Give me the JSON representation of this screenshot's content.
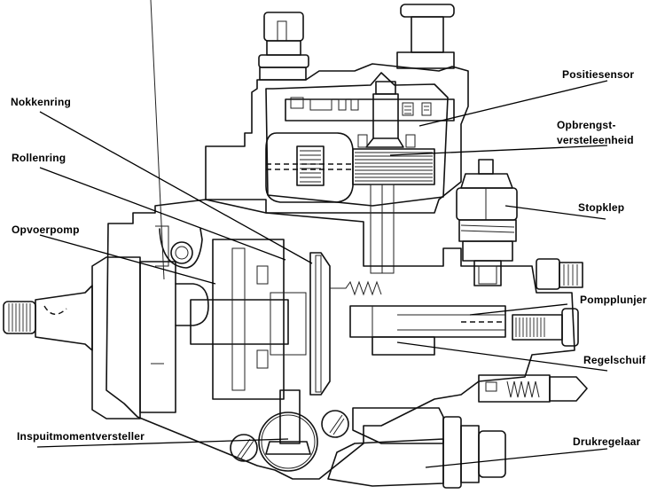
{
  "diagram": {
    "subject": "Distributor-type diesel injection pump (cross-section)",
    "labels": [
      {
        "id": "nokkenring",
        "text": "Nokkenring",
        "side": "left"
      },
      {
        "id": "rollenring",
        "text": "Rollenring",
        "side": "left"
      },
      {
        "id": "opvoerpomp",
        "text": "Opvoerpomp",
        "side": "left"
      },
      {
        "id": "inspuitmomentversteller",
        "text": "Inspuitmomentversteller",
        "side": "left"
      },
      {
        "id": "positiesensor",
        "text": "Positiesensor",
        "side": "right"
      },
      {
        "id": "opbrengst",
        "text": "Opbrengst-",
        "text2": "versteleenheid",
        "side": "right"
      },
      {
        "id": "stopklep",
        "text": "Stopklep",
        "side": "right"
      },
      {
        "id": "pompplunjer",
        "text": "Pompplunjer",
        "side": "right"
      },
      {
        "id": "regelschuif",
        "text": "Regelschuif",
        "side": "right"
      },
      {
        "id": "drukregelaar",
        "text": "Drukregelaar",
        "side": "right"
      }
    ]
  },
  "colors": {
    "ink": "#111111",
    "background": "#ffffff"
  }
}
